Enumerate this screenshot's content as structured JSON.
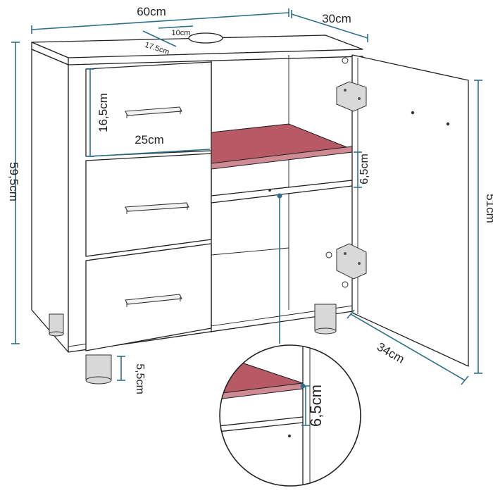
{
  "dimensions": {
    "width": "60cm",
    "depth": "30cm",
    "cutout_width": "10cm",
    "cutout_depth": "17.5cm",
    "drawer_height": "16,5cm",
    "drawer_width": "25cm",
    "total_height": "59,5cm",
    "shelf_gap": "6,5cm",
    "door_height": "51cm",
    "inner_depth": "34cm",
    "foot_height": "5,5cm",
    "zoom_shelf_gap": "6,5cm"
  },
  "colors": {
    "dimension_line": "#2e6f8a",
    "highlight_shelf": "#b85a66"
  }
}
